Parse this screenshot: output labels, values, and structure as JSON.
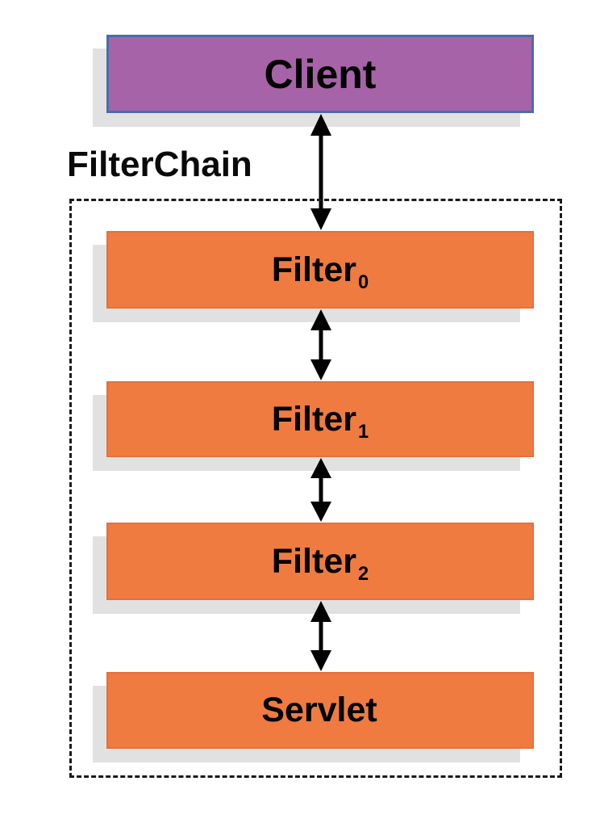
{
  "diagram": {
    "title": "FilterChain",
    "client": {
      "label": "Client"
    },
    "boxes": [
      {
        "label": "Filter",
        "subscript": "0"
      },
      {
        "label": "Filter",
        "subscript": "1"
      },
      {
        "label": "Filter",
        "subscript": "2"
      },
      {
        "label": "Servlet",
        "subscript": ""
      }
    ],
    "colors": {
      "client_fill": "#a763a8",
      "client_border": "#4a6da7",
      "filter_fill": "#ef7b41",
      "filter_border": "#e66f3a",
      "shadow": "#e1e1e1",
      "dashed_border": "#1b1b1b",
      "arrow": "#000000",
      "text": "#000000",
      "background": "#ffffff"
    }
  }
}
